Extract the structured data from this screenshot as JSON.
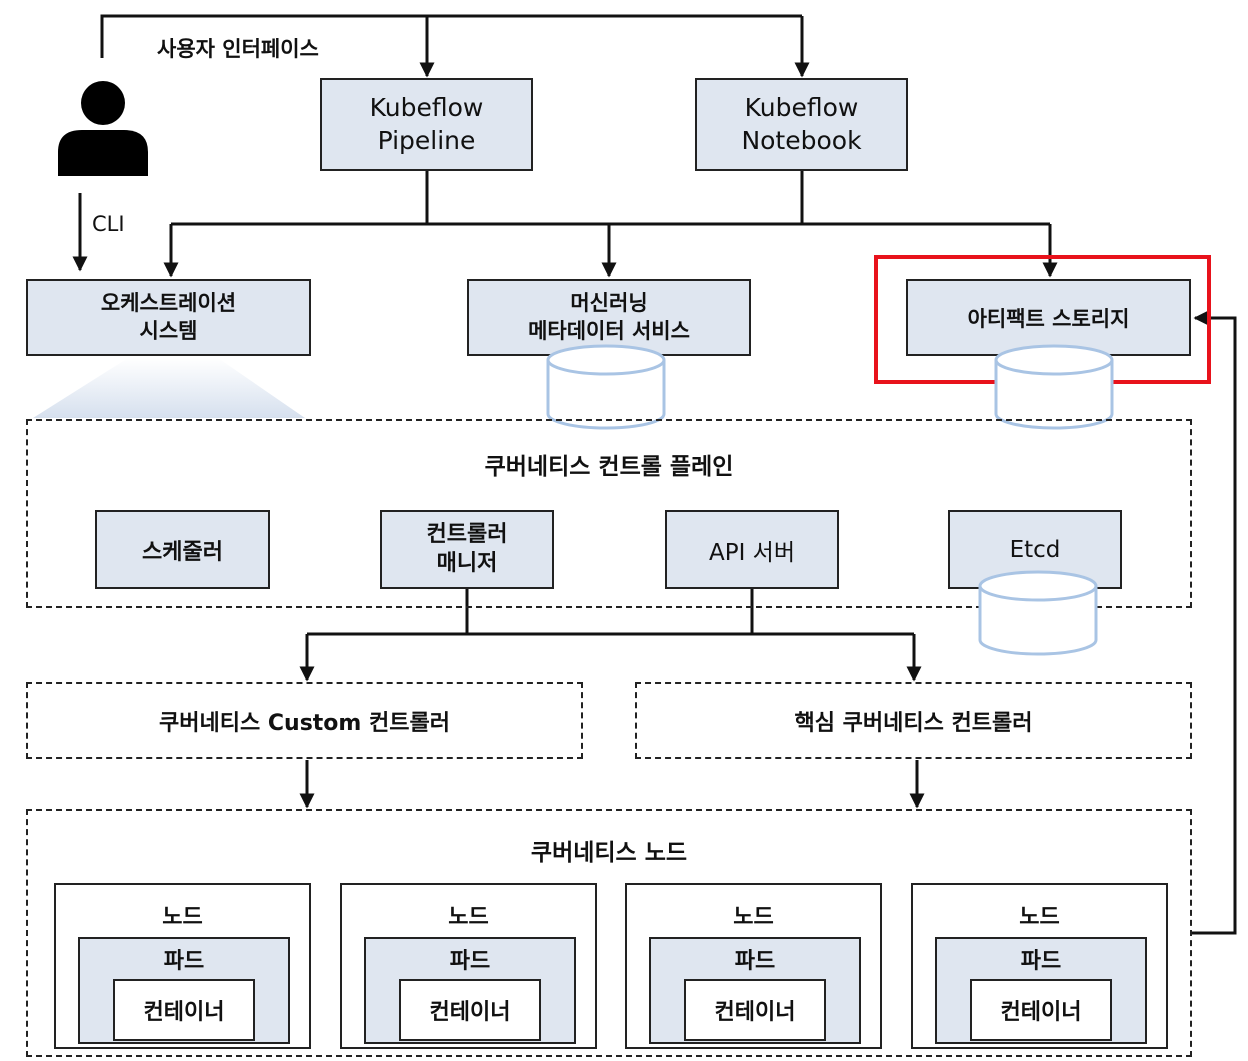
{
  "user": {
    "label": "사용자 인터페이스",
    "cli": "CLI"
  },
  "top": {
    "pipeline": {
      "line1": "Kubeflow",
      "line2": "Pipeline"
    },
    "notebook": {
      "line1": "Kubeflow",
      "line2": "Notebook"
    }
  },
  "services": {
    "orchestration": {
      "line1": "오케스트레이션",
      "line2": "시스템"
    },
    "metadata": {
      "line1": "머신러닝",
      "line2": "메타데이터 서비스"
    },
    "artifact": {
      "label": "아티팩트 스토리지"
    }
  },
  "control_plane": {
    "title": "쿠버네티스 컨트롤 플레인",
    "scheduler": "스케줄러",
    "controller_manager": {
      "line1": "컨트롤러",
      "line2": "매니저"
    },
    "api_server": "API 서버",
    "etcd": "Etcd"
  },
  "controllers": {
    "custom": "쿠버네티스 Custom 컨트롤러",
    "core": "핵심 쿠버네티스 컨트롤러"
  },
  "nodes": {
    "title": "쿠버네티스 노드",
    "items": [
      {
        "node": "노드",
        "pod": "파드",
        "container": "컨테이너"
      },
      {
        "node": "노드",
        "pod": "파드",
        "container": "컨테이너"
      },
      {
        "node": "노드",
        "pod": "파드",
        "container": "컨테이너"
      },
      {
        "node": "노드",
        "pod": "파드",
        "container": "컨테이너"
      }
    ]
  },
  "colors": {
    "box_fill": "#dfe6f0",
    "cylinder": "#a9c4e4",
    "highlight": "#e8121b"
  }
}
